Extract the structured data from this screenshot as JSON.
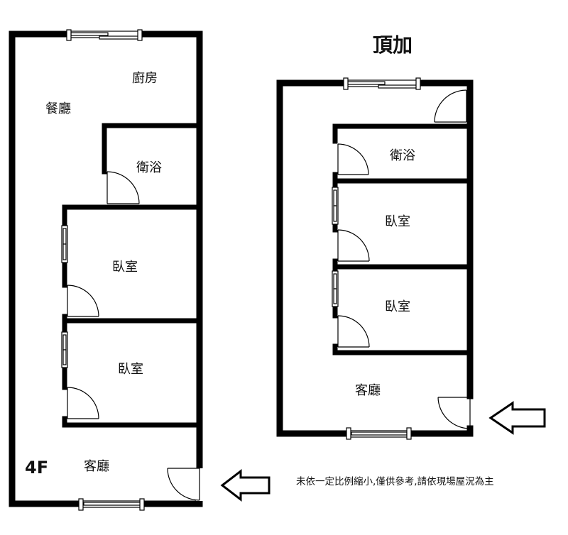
{
  "floor_4f": {
    "label": "4F",
    "rooms": {
      "kitchen": "廚房",
      "dining": "餐廳",
      "bathroom": "衛浴",
      "bedroom_1": "臥室",
      "bedroom_2": "臥室",
      "living": "客廳"
    }
  },
  "rooftop": {
    "title": "頂加",
    "rooms": {
      "bathroom": "衛浴",
      "bedroom_1": "臥室",
      "bedroom_2": "臥室",
      "living": "客廳"
    }
  },
  "note": "未依一定比例縮小,僅供參考,請依現場屋況為主",
  "icons": [
    "entrance-arrow-icon",
    "door-swing-icon",
    "window-icon"
  ]
}
